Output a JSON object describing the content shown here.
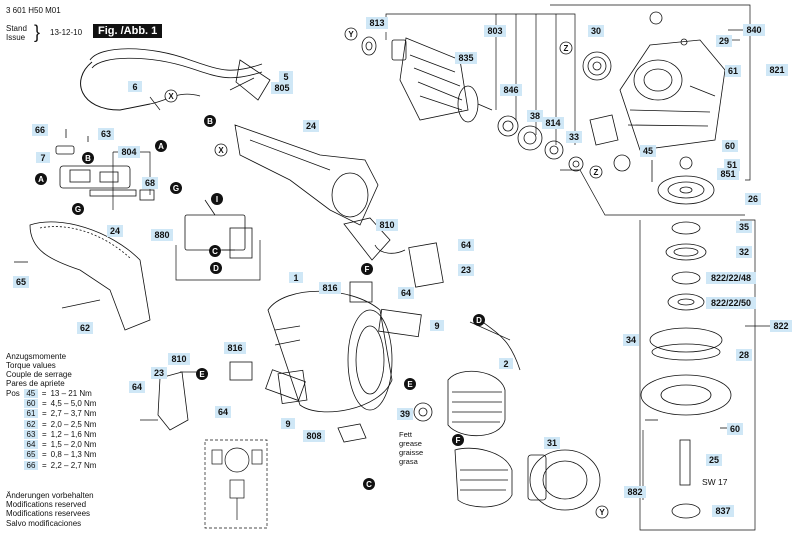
{
  "header": {
    "drawing_no": "3 601 H50 M01",
    "stand": "Stand",
    "issue": "Issue",
    "date": "13-12-10",
    "figure_label": "Fig. /Abb. 1"
  },
  "callouts": {
    "c813": "813",
    "c803": "803",
    "c30": "30",
    "c840": "840",
    "c29": "29",
    "c821": "821",
    "c835": "835",
    "c846": "846",
    "c38": "38",
    "c814": "814",
    "c33": "33",
    "c61": "61",
    "c60a": "60",
    "c51": "51",
    "c851": "851",
    "c45": "45",
    "c26": "26",
    "c5": "5",
    "c805": "805",
    "c6": "6",
    "c24a": "24",
    "c66": "66",
    "c63": "63",
    "c7": "7",
    "c804": "804",
    "c68": "68",
    "c880": "880",
    "c24b": "24",
    "c65": "65",
    "c62": "62",
    "c810a": "810",
    "c64a": "64",
    "c23a": "23",
    "c816a": "816",
    "c64b": "64",
    "c9a": "9",
    "c1": "1",
    "c35": "35",
    "c32": "32",
    "c822_22_48": "822/22/48",
    "c822_22_50": "822/22/50",
    "c822": "822",
    "c34": "34",
    "c28": "28",
    "c810b": "810",
    "c23b": "23",
    "c816b": "816",
    "c64c": "64",
    "c64d": "64",
    "c9b": "9",
    "c808": "808",
    "c2": "2",
    "c39": "39",
    "c60b": "60",
    "c25": "25",
    "c882": "882",
    "c837": "837",
    "c31": "31"
  },
  "letters": {
    "Y1": "Y",
    "X1": "X",
    "Z1": "Z",
    "Z2": "Z",
    "B1": "B",
    "A1": "A",
    "X2": "X",
    "B2": "B",
    "A2": "A",
    "G1": "G",
    "G2": "G",
    "I": "I",
    "C1": "C",
    "D1": "D",
    "F1": "F",
    "E1": "E",
    "D2": "D",
    "E2": "E",
    "F2": "F",
    "C2": "C",
    "Y2": "Y"
  },
  "grease_note": [
    "Fett",
    "grease",
    "graisse",
    "grasa"
  ],
  "sw_label": "SW 17",
  "torque": {
    "title": [
      "Anzugsmomente",
      "Torque values",
      "Couple de serrage",
      "Pares de apriete"
    ],
    "pos_label": "Pos",
    "rows": [
      {
        "pos": "45",
        "eq": "=",
        "val": "13 – 21 Nm"
      },
      {
        "pos": "60",
        "eq": "=",
        "val": "4,5 – 5,0 Nm"
      },
      {
        "pos": "61",
        "eq": "=",
        "val": "2,7 – 3,7 Nm"
      },
      {
        "pos": "62",
        "eq": "=",
        "val": "2,0 – 2,5 Nm"
      },
      {
        "pos": "63",
        "eq": "=",
        "val": "1,2 – 1,6 Nm"
      },
      {
        "pos": "64",
        "eq": "=",
        "val": "1,5 – 2,0 Nm"
      },
      {
        "pos": "65",
        "eq": "=",
        "val": "0,8 – 1,3 Nm"
      },
      {
        "pos": "66",
        "eq": "=",
        "val": "2,2 – 2,7 Nm"
      }
    ]
  },
  "modifications": [
    "Änderungen vorbehalten",
    "Modifications reserved",
    "Modifications reservees",
    "Salvo modificaciones"
  ],
  "colors": {
    "callout_fill": "#cfe7f6",
    "ink": "#111111"
  }
}
